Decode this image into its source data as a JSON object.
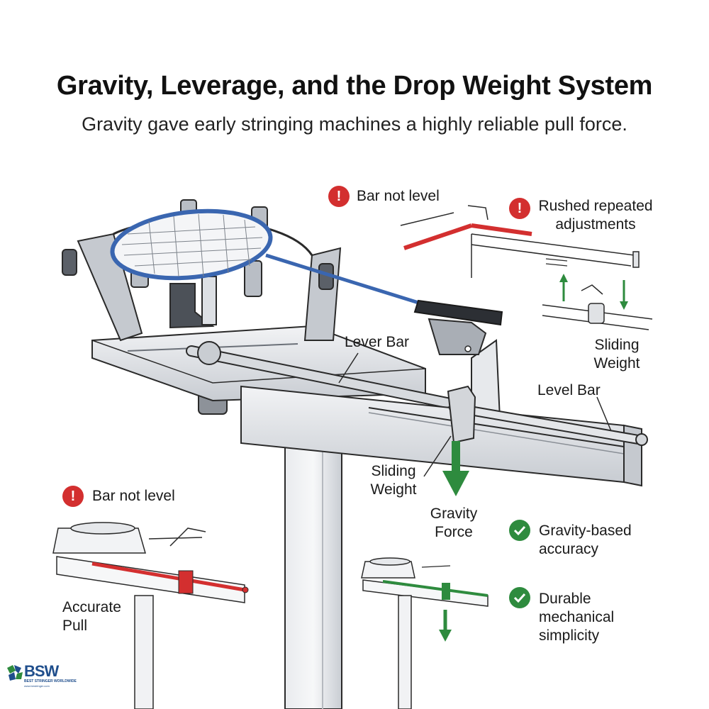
{
  "title": "Gravity, Leverage, and the Drop Weight System",
  "subtitle": "Gravity gave early stringing machines a highly reliable pull force.",
  "labels": {
    "bar_not_level_top": "Bar not level",
    "rushed_line1": "Rushed repeated",
    "rushed_line2": "adjustments",
    "sliding_weight_right_1": "Sliding",
    "sliding_weight_right_2": "Weight",
    "lever_bar": "Lever Bar",
    "level_bar": "Level Bar",
    "sliding_weight_main_1": "Sliding",
    "sliding_weight_main_2": "Weight",
    "gravity_force_1": "Gravity",
    "gravity_force_2": "Force",
    "bar_not_level_bottom": "Bar not level",
    "accurate_pull_1": "Accurate",
    "accurate_pull_2": "Pull",
    "benefit_1_line1": "Gravity-based",
    "benefit_1_line2": "accuracy",
    "benefit_2_line1": "Durable",
    "benefit_2_line2": "mechanical",
    "benefit_2_line3": "simplicity"
  },
  "badges": {
    "warning_symbol": "!"
  },
  "logo": {
    "text": "BSW",
    "subtext": "BEST STRINGER WORLDWIDE",
    "url": "www.bestringer.com"
  },
  "colors": {
    "warning": "#d32f2f",
    "success": "#2e8b3e",
    "arrow_green": "#2e8b3e",
    "bar_red": "#d32f2f",
    "racket_blue": "#3a66b0",
    "metal": "#d9dce0",
    "outline": "#2a2a2a"
  },
  "icons": {
    "warning": "exclamation-circle-icon",
    "success": "check-circle-icon",
    "arrow": "arrow-down-icon"
  }
}
